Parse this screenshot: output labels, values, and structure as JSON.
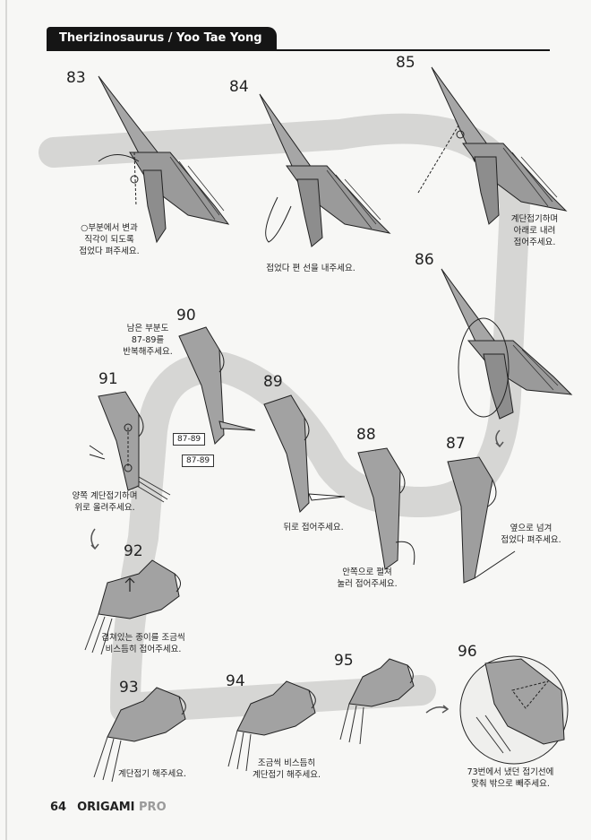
{
  "header": {
    "title": "Therizinosaurus / Yoo Tae Yong"
  },
  "footer": {
    "page_number": "64",
    "brand": "ORIGAMI",
    "brand_suffix": "PRO"
  },
  "steps": {
    "s83": {
      "number": "83",
      "caption": "○부분에서 변과\n직각이 되도록\n접었다 펴주세요."
    },
    "s84": {
      "number": "84",
      "caption": "접었다 편 선을 내주세요."
    },
    "s85": {
      "number": "85",
      "caption": "계단접기하며\n아래로 내려\n접어주세요."
    },
    "s86": {
      "number": "86"
    },
    "s87": {
      "number": "87",
      "caption": "옆으로 넘겨\n접었다 펴주세요."
    },
    "s88": {
      "number": "88",
      "caption": "안쪽으로 펼쳐\n눌러 접어주세요."
    },
    "s89": {
      "number": "89",
      "caption": "뒤로 접어주세요."
    },
    "s90": {
      "number": "90",
      "caption": "남은 부분도\n87-89를\n반복해주세요.",
      "ref_a": "87-89",
      "ref_b": "87-89"
    },
    "s91": {
      "number": "91",
      "caption": "양쪽 계단접기하며\n위로 올려주세요."
    },
    "s92": {
      "number": "92",
      "caption": "겹쳐있는 종이를 조금씩\n비스듬히 접어주세요."
    },
    "s93": {
      "number": "93",
      "caption": "계단접기 해주세요."
    },
    "s94": {
      "number": "94",
      "caption": "조금씩 비스듬히\n계단접기 해주세요."
    },
    "s95": {
      "number": "95"
    },
    "s96": {
      "number": "96",
      "caption": "73번에서 냈던 접기선에\n맞춰 밖으로 빼주세요."
    }
  },
  "colors": {
    "paper_gray": "#9e9e9e",
    "paper_light": "#cfcfcf",
    "band": "#d6d6d4",
    "ink": "#1e1e1e",
    "header_bg": "#151515"
  }
}
